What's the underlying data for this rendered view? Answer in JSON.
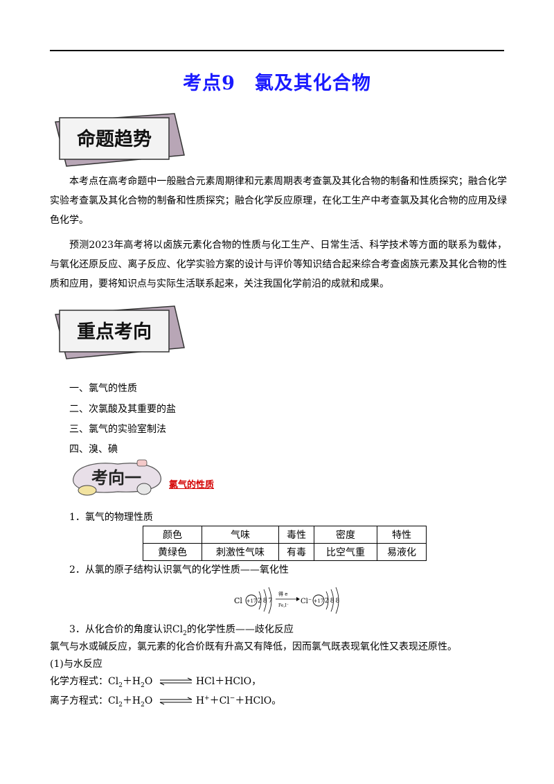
{
  "title": "考点9　氯及其化合物",
  "banners": {
    "trend": "命题趋势",
    "focus": "重点考向",
    "direction": "考向一"
  },
  "intro": {
    "p1": "本考点在高考命题中一般融合元素周期律和元素周期表考查氯及其化合物的制备和性质探究；融合化学实验考查氯及其化合物的制备和性质探究；融合化学反应原理，在化工生产中考查氯及其化合物的应用及绿色化学。",
    "p2": "预测2023年高考将以卤族元素化合物的性质与化工生产、日常生活、科学技术等方面的联系为载体，与氧化还原反应、离子反应、化学实验方案的设计与评价等知识结合起来综合考查卤族元素及其化合物的性质和应用，要将知识点与实际生活联系起来，关注我国化学前沿的成就和成果。"
  },
  "topics": [
    "一、氯气的性质",
    "二、次氯酸及其重要的盐",
    "三、氯气的实验室制法",
    "四、溴、碘"
  ],
  "section_link": "氯气的性质",
  "item1": "1．氯气的物理性质",
  "table": {
    "headers": [
      "颜色",
      "气味",
      "毒性",
      "密度",
      "特性"
    ],
    "row": [
      "黄绿色",
      "刺激性气味",
      "有毒",
      "比空气重",
      "易液化"
    ]
  },
  "item2": "2．从氯的原子结构认识氯气的化学性质——氧化性",
  "diagram": {
    "left_symbol": "Cl",
    "left_nucleus": "+17",
    "left_shells": "287",
    "arrow_top": "得 e",
    "arrow_bottom": "Fe,I⁻",
    "right_symbol": "Cl⁻",
    "right_nucleus": "+17",
    "right_shells": "288"
  },
  "item3": {
    "prefix": "3．从化合价的角度认识Cl",
    "sub": "2",
    "suffix": "的化学性质——歧化反应"
  },
  "line_reactions": "氯气与水或碱反应，氯元素的化合价既有升高又有降低，因而氯气既表现氧化性又表现还原性。",
  "water_reaction": "(1)与水反应",
  "equations": {
    "chem_label": "化学方程式：",
    "ion_label": "离子方程式：",
    "lhs_a": "Cl",
    "lhs_sub": "2",
    "lhs_b": "＋H",
    "lhs_sub2": "2",
    "lhs_c": "O",
    "chem_rhs": "HCl＋HClO，",
    "ion_rhs_a": "H",
    "ion_rhs_b": "＋Cl",
    "ion_rhs_c": "＋HClO。",
    "plus": "+",
    "minus": "−"
  }
}
